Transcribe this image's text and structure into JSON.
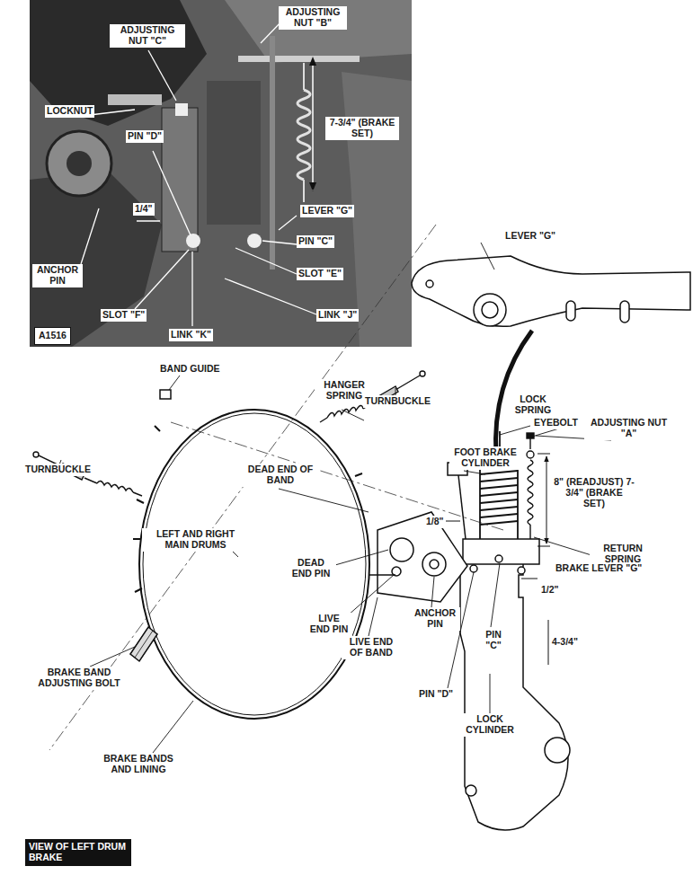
{
  "diagram": {
    "nodes": [
      {
        "text": [
          "A1516"
        ]
      },
      {
        "text": [
          "VIEW OF LEFT DRUM BRAKE"
        ]
      }
    ],
    "labels": [
      "ADJUSTING NUT \"C\"",
      "ADJUSTING NUT \"B\"",
      "LOCKNUT",
      "PIN \"D\"",
      "7-3/4\" (BRAKE SET)",
      "LEVER \"G\"",
      "1/4\"",
      "PIN \"C\"",
      "SLOT \"E\"",
      "ANCHOR PIN",
      "SLOT \"F\"",
      "LINK \"J\"",
      "LINK \"K\"",
      "LEVER \"G\"",
      "BAND GUIDE",
      "HANGER SPRING",
      "TURNBUCKLE",
      "TURNBUCKLE",
      "LOCK SPRING",
      "EYEBOLT",
      "ADJUSTING NUT \"A\"",
      "DEAD END OF BAND",
      "FOOT BRAKE CYLINDER",
      "8\" (READJUST) 7-3/4\" (BRAKE SET)",
      "1/8\"",
      "LEFT AND RIGHT MAIN DRUMS",
      "RETURN SPRING",
      "BRAKE LEVER \"G\"",
      "1/2\"",
      "DEAD END PIN",
      "LIVE END PIN",
      "ANCHOR PIN",
      "LIVE END OF BAND",
      "PIN \"C\"",
      "4-3/4\"",
      "BRAKE BAND ADJUSTING BOLT",
      "PIN \"D\"",
      "LOCK CYLINDER",
      "BRAKE BANDS AND LINING"
    ]
  }
}
